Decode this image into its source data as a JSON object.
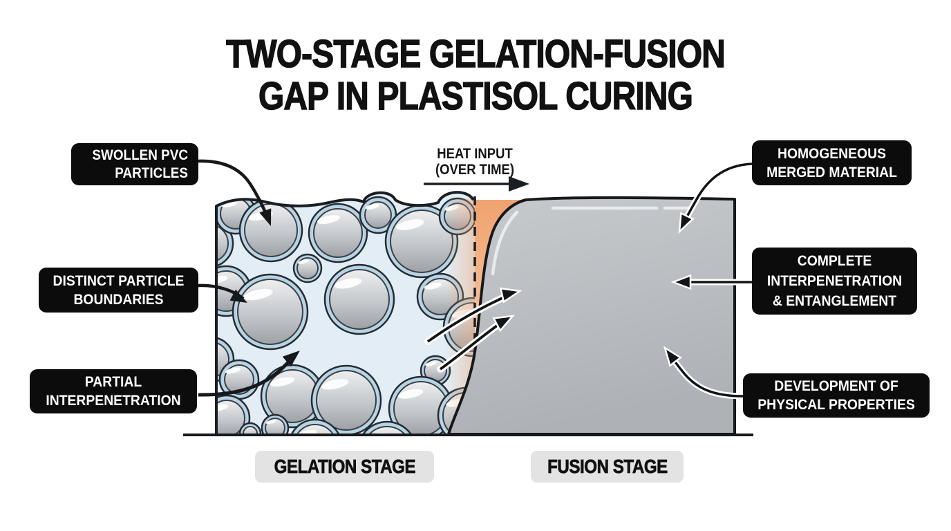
{
  "title": {
    "line1": "TWO-STAGE GELATION-FUSION",
    "line2": "GAP IN PLASTISOL CURING"
  },
  "heat": {
    "line1": "HEAT INPUT",
    "line2": "(OVER TIME)"
  },
  "labels": {
    "swollen": {
      "line1": "SWOLLEN PVC",
      "line2": "PARTICLES"
    },
    "boundaries": {
      "line1": "DISTINCT PARTICLE",
      "line2": "BOUNDARIES"
    },
    "partial": {
      "line1": "PARTIAL",
      "line2": "INTERPENETRATION"
    },
    "homogeneous": {
      "line1": "HOMOGENEOUS",
      "line2": "MERGED MATERIAL"
    },
    "complete": {
      "line1": "COMPLETE",
      "line2": "INTERPENETRATION",
      "line3": "& ENTANGLEMENT"
    },
    "development": {
      "line1": "DEVELOPMENT OF",
      "line2": "PHYSICAL PROPERTIES"
    }
  },
  "stages": {
    "gelation": "GELATION STAGE",
    "fusion": "FUSION STAGE"
  },
  "colors": {
    "background": "#FFFFFF",
    "title_text": "#111111",
    "callout_bg": "#0C0C0C",
    "callout_text": "#FFFFFF",
    "stage_bg": "#E3E3E3",
    "stage_text": "#111111",
    "outline": "#1A1D21",
    "gel_background": "#E2EDF5",
    "particle_ring": "#B7D4E5",
    "particle_light": "#EDEFF0",
    "particle_dark": "#9DA1A6",
    "fusion_light": "#C7CACD",
    "fusion_dark": "#AEB1B6",
    "heat_accent": "#F0A26F"
  }
}
